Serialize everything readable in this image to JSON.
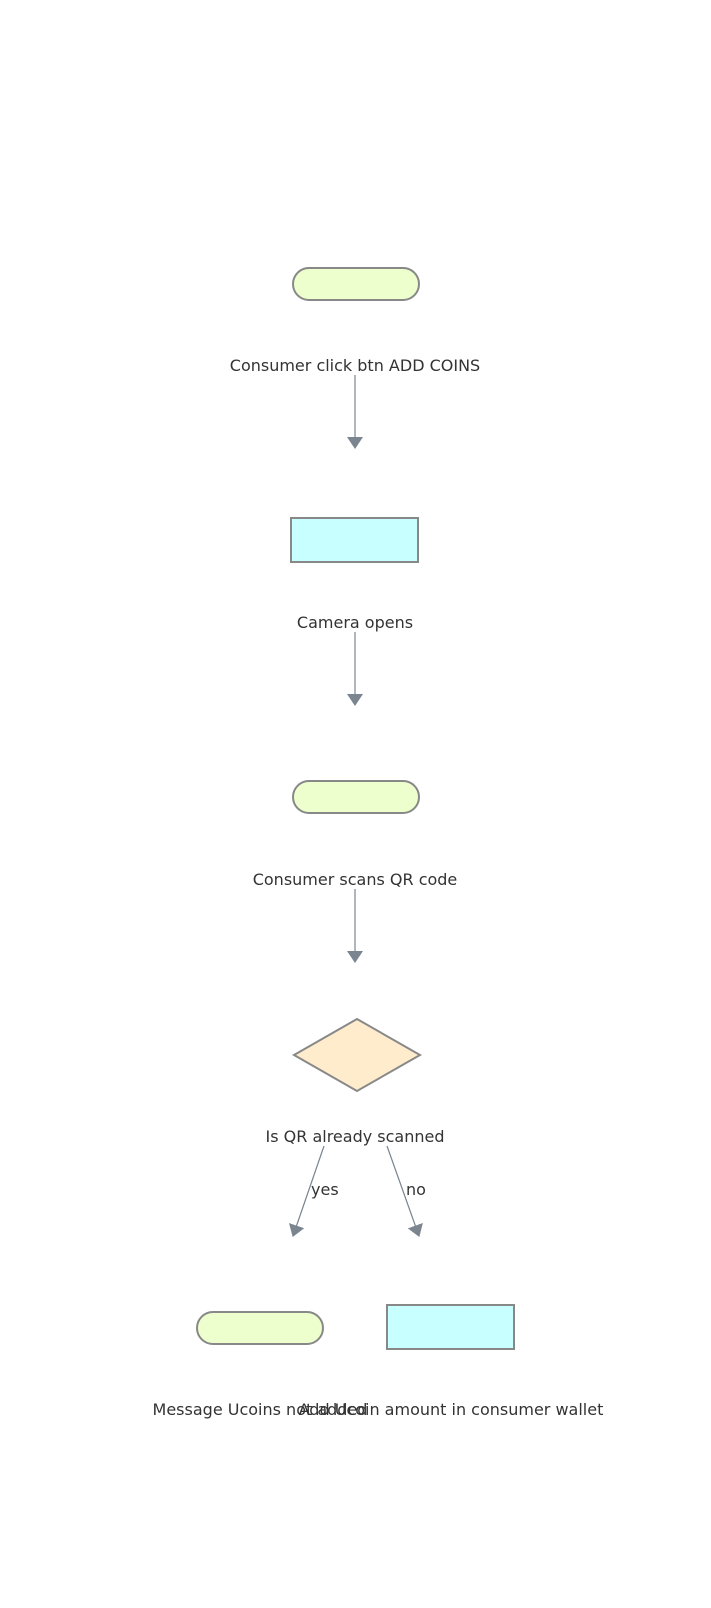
{
  "diagram": {
    "type": "flowchart",
    "colors": {
      "terminal_fill": "#ecffcc",
      "process_fill": "#c8ffff",
      "decision_fill": "#ffeccc",
      "shape_stroke": "#888888",
      "arrow": "#7a8590",
      "text": "#333333"
    },
    "nodes": {
      "start": {
        "shape": "terminal",
        "label": "Consumer click btn ADD COINS"
      },
      "camera": {
        "shape": "process",
        "label": "Camera opens"
      },
      "scan": {
        "shape": "terminal",
        "label": "Consumer scans QR code"
      },
      "decision": {
        "shape": "decision",
        "label": "Is QR already scanned"
      },
      "msg": {
        "shape": "terminal",
        "label": "Message Ucoins not added"
      },
      "add": {
        "shape": "process",
        "label": "Add Ucoin amount in consumer wallet"
      }
    },
    "edges": [
      {
        "from": "start",
        "to": "camera",
        "label": ""
      },
      {
        "from": "camera",
        "to": "scan",
        "label": ""
      },
      {
        "from": "scan",
        "to": "decision",
        "label": ""
      },
      {
        "from": "decision",
        "to": "msg",
        "label": "yes"
      },
      {
        "from": "decision",
        "to": "add",
        "label": "no"
      }
    ]
  }
}
